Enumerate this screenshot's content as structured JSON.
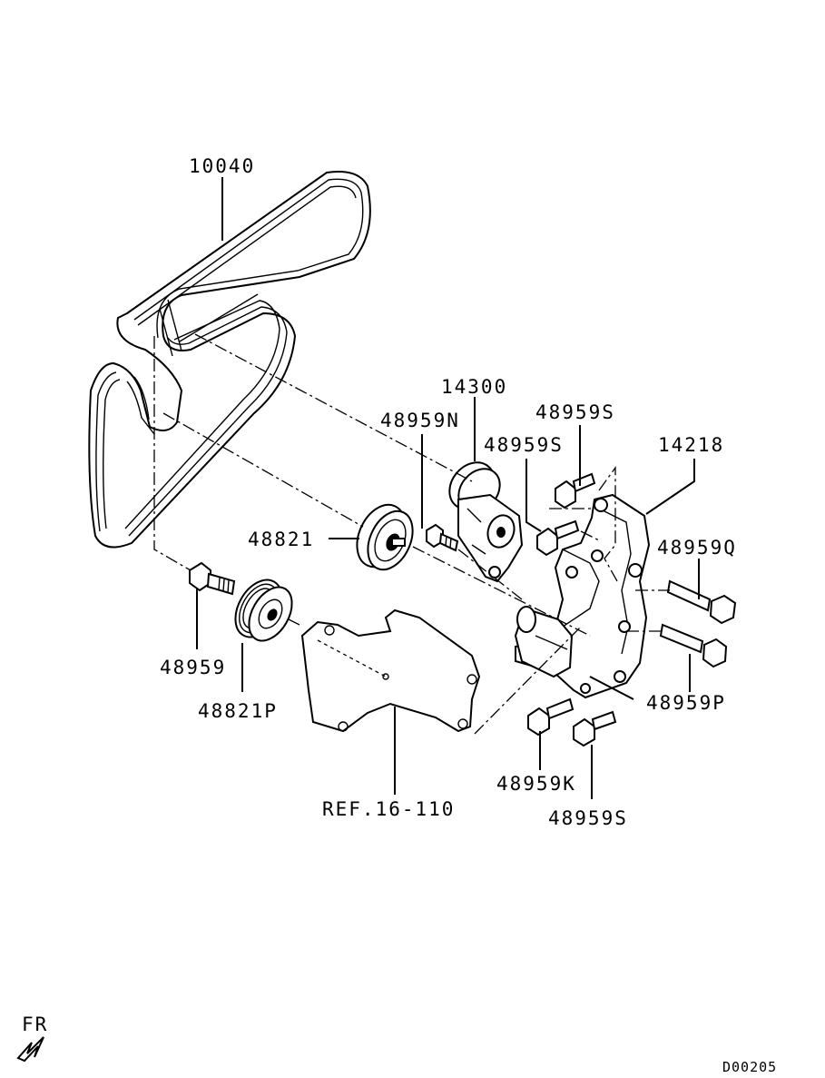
{
  "labels": {
    "belt": "10040",
    "tensioner": "14300",
    "bolt_n": "48959N",
    "bolt_s1": "48959S",
    "bolt_s2": "48959S",
    "bracket": "14218",
    "idler": "48821",
    "bolt_q": "48959Q",
    "bolt": "48959",
    "idler_p": "48821P",
    "bolt_p": "48959P",
    "bolt_k": "48959K",
    "bolt_s3": "48959S",
    "ref": "REF.16-110"
  },
  "front_indicator": "FR",
  "diagram_code": "D00205",
  "icons": [
    "front-arrow-icon"
  ]
}
